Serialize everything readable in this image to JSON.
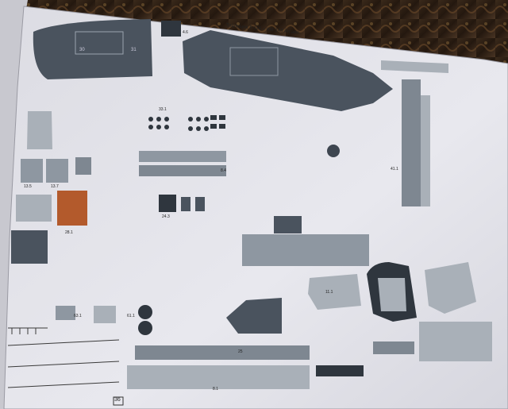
{
  "header": {
    "title": "Тральщик Т-116 – AM-143 Arcade",
    "page_number": "36"
  },
  "part_labels": [
    "30",
    "31",
    "4.6",
    "8.4",
    "13.5",
    "13.7",
    "33.1",
    "24.3",
    "28.1",
    "61.1",
    "63.1",
    "41.1",
    "11.1",
    "8.1",
    "25"
  ],
  "colors": {
    "paper": "#e4e4ea",
    "hull_dark": "#4a535e",
    "hull_mid": "#7e8791",
    "hull_light": "#a9b0b8",
    "rust": "#b35a2c",
    "background_carpet": "#2a1c12"
  }
}
